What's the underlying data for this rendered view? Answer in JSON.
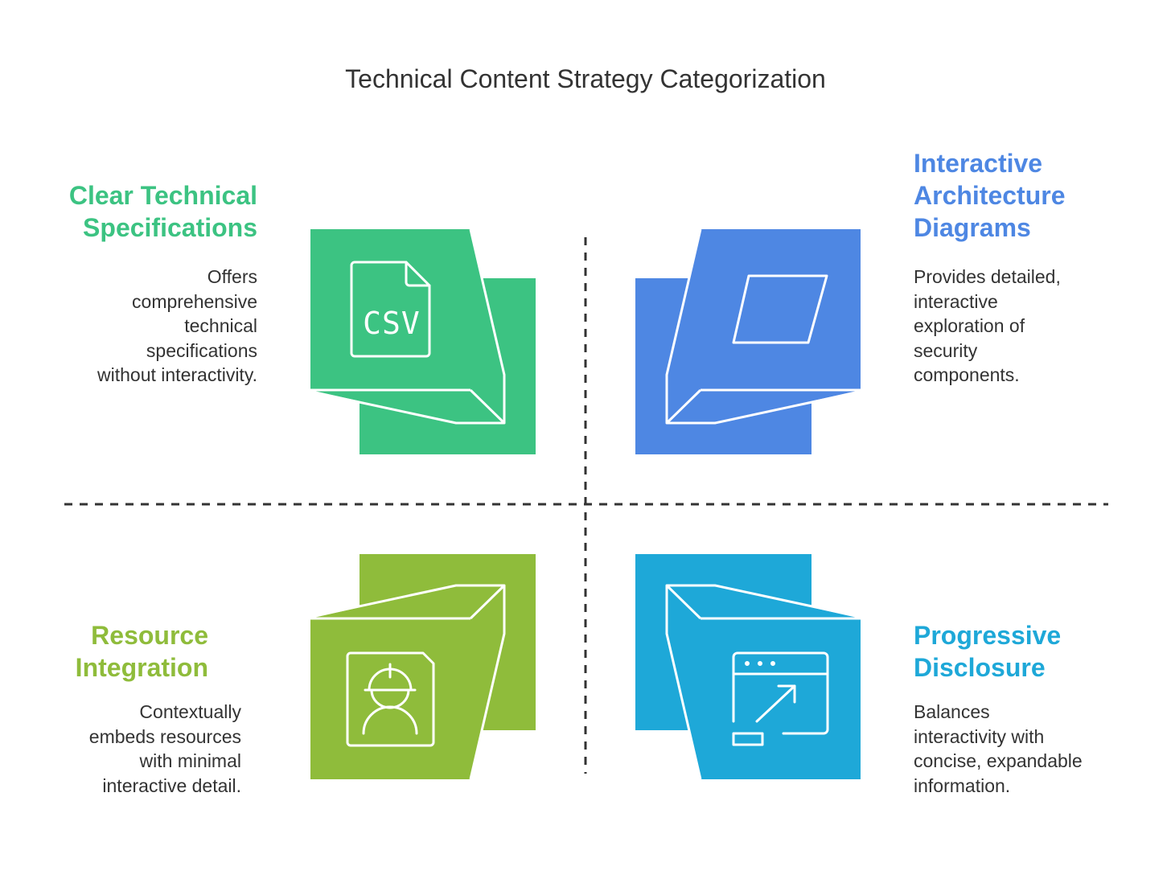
{
  "title": "Technical Content Strategy Categorization",
  "colors": {
    "green": "#3CC382",
    "blue": "#4E87E3",
    "lime": "#8FBC3B",
    "cyan": "#1EA8D8",
    "divider": "#333333"
  },
  "quadrants": {
    "top_left": {
      "heading_lines": [
        "Clear Technical",
        "Specifications"
      ],
      "desc_lines": [
        "Offers",
        "comprehensive",
        "technical",
        "specifications",
        "without interactivity."
      ],
      "icon": "csv-file-icon",
      "icon_text": "CSV"
    },
    "top_right": {
      "heading_lines": [
        "Interactive",
        "Architecture",
        "Diagrams"
      ],
      "desc_lines": [
        "Provides detailed,",
        "interactive",
        "exploration of",
        "security",
        "components."
      ],
      "icon": "parallelogram-icon"
    },
    "bottom_left": {
      "heading_lines": [
        "Resource",
        "Integration"
      ],
      "desc_lines": [
        "Contextually",
        "embeds resources",
        "with minimal",
        "interactive detail."
      ],
      "icon": "engineer-icon"
    },
    "bottom_right": {
      "heading_lines": [
        "Progressive",
        "Disclosure"
      ],
      "desc_lines": [
        "Balances",
        "interactivity with",
        "concise, expandable",
        "information."
      ],
      "icon": "expand-window-icon"
    }
  }
}
